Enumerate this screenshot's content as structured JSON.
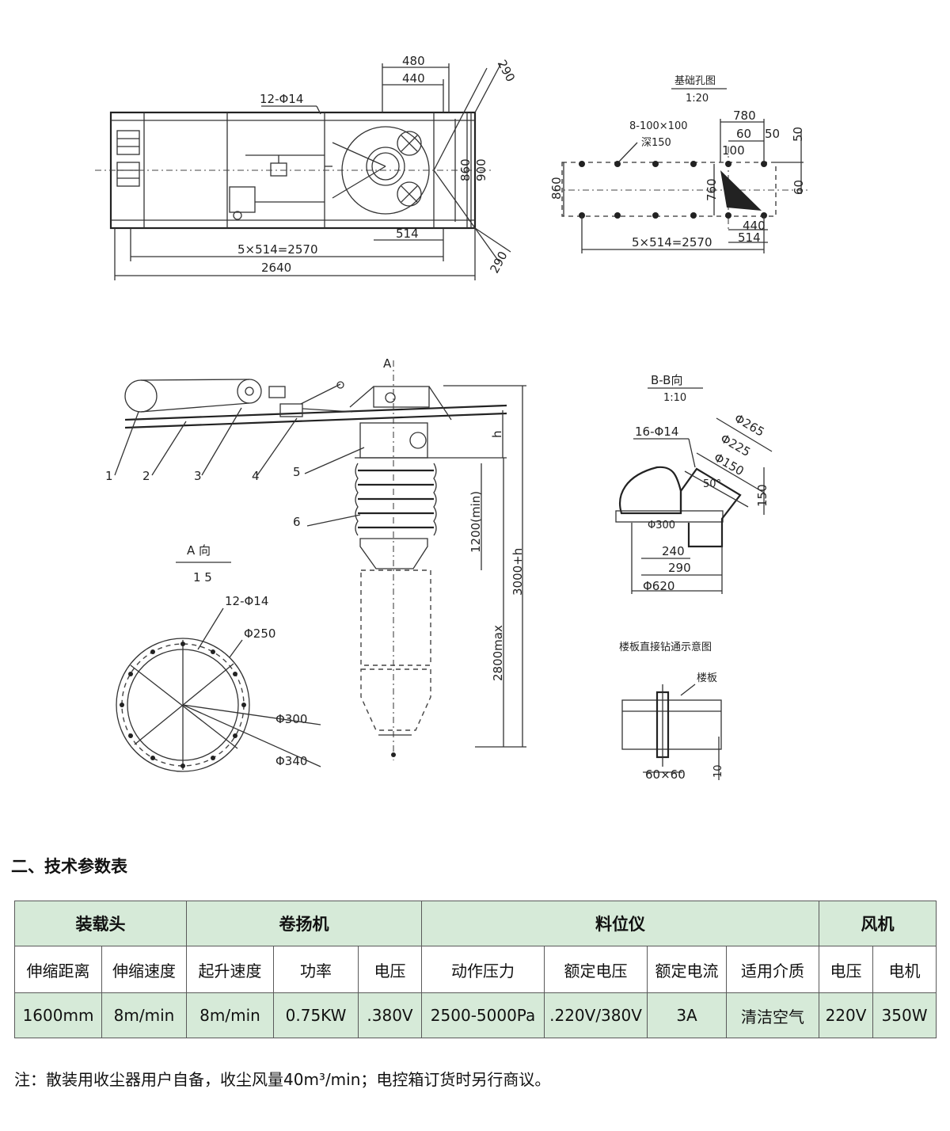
{
  "drawing": {
    "top_plan": {
      "hole_label": "12-Φ14",
      "dim_480": "480",
      "dim_440": "440",
      "dim_290_top": "290",
      "dim_290_bottom": "290",
      "dim_860": "860",
      "dim_900": "900",
      "dim_514": "514",
      "dim_span": "5×514=2570",
      "dim_total": "2640"
    },
    "foundation": {
      "title": "基础孔图",
      "scale": "1:20",
      "holes_label": "8-100×100",
      "depth_label": "深150",
      "dim_780": "780",
      "dim_60": "60",
      "dim_50": "50",
      "dim_100": "100",
      "dim_60_side": "60",
      "dim_860": "860",
      "dim_760": "760",
      "dim_440": "440",
      "dim_514": "514",
      "dim_span": "5×514=2570"
    },
    "elevation": {
      "view_a_marker": "A",
      "callouts": [
        "1",
        "2",
        "3",
        "4",
        "5",
        "6"
      ],
      "dim_h": "h",
      "dim_1200": "1200(min)",
      "dim_2800": "2800max",
      "dim_3000": "3000+h"
    },
    "view_a": {
      "title": "A 向",
      "scale": "1 5",
      "holes_label": "12-Φ14",
      "dia_250": "Φ250",
      "dia_300": "Φ300",
      "dia_340": "Φ340"
    },
    "view_bb": {
      "title": "B-B向",
      "scale": "1:10",
      "holes_label": "16-Φ14",
      "dia_265": "Φ265",
      "dia_225": "Φ225",
      "dia_150": "Φ150",
      "angle": "50°",
      "dim_150": "150",
      "dia_300": "Φ300",
      "dim_240": "240",
      "dim_290": "290",
      "dia_620": "Φ620"
    },
    "floor_slab": {
      "title": "楼板直接钻通示意图",
      "slab_label": "楼板",
      "dim_60x60": "60×60",
      "dim_10": "10"
    }
  },
  "section_title": "二、技术参数表",
  "table": {
    "groups": [
      "装载头",
      "卷扬机",
      "料位仪",
      "风机"
    ],
    "headers": [
      "伸缩距离",
      "伸缩速度",
      "起升速度",
      "功率",
      "电压",
      "动作压力",
      "额定电压",
      "额定电流",
      "适用介质",
      "电压",
      "电机"
    ],
    "values": [
      "1600mm",
      "8m/min",
      "8m/min",
      "0.75KW",
      ".380V",
      "2500-5000Pa",
      ".220V/380V",
      "3A",
      "清洁空气",
      "220V",
      "350W"
    ]
  },
  "note": "注：散装用收尘器用户自备，收尘风量40m³/min；电控箱订货时另行商议。"
}
